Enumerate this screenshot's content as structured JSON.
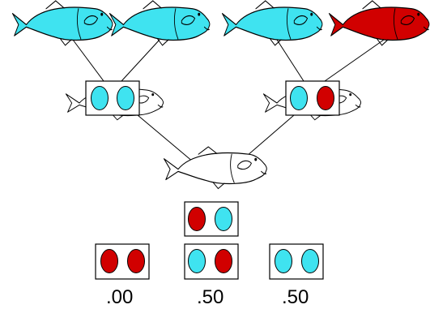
{
  "colors": {
    "cyan": "#3fe3f0",
    "red": "#d10000",
    "white": "#ffffff"
  },
  "icons": {
    "fish": "salmon-fish-icon",
    "allele": "allele-oval"
  },
  "grandparents": [
    {
      "fish_color": "cyan"
    },
    {
      "fish_color": "cyan"
    },
    {
      "fish_color": "cyan"
    },
    {
      "fish_color": "red"
    }
  ],
  "parents": [
    {
      "fish_color": "white",
      "alleles": [
        "cyan",
        "cyan"
      ]
    },
    {
      "fish_color": "white",
      "alleles": [
        "cyan",
        "red"
      ]
    }
  ],
  "offspring": {
    "fish_color": "white"
  },
  "genotype_outcomes": [
    {
      "alleles": [
        "red",
        "red"
      ],
      "probability": ".00"
    },
    {
      "alleles": [
        "red",
        "cyan"
      ]
    },
    {
      "alleles": [
        "cyan",
        "red"
      ],
      "probability": ".50"
    },
    {
      "alleles": [
        "cyan",
        "cyan"
      ],
      "probability": ".50"
    }
  ]
}
